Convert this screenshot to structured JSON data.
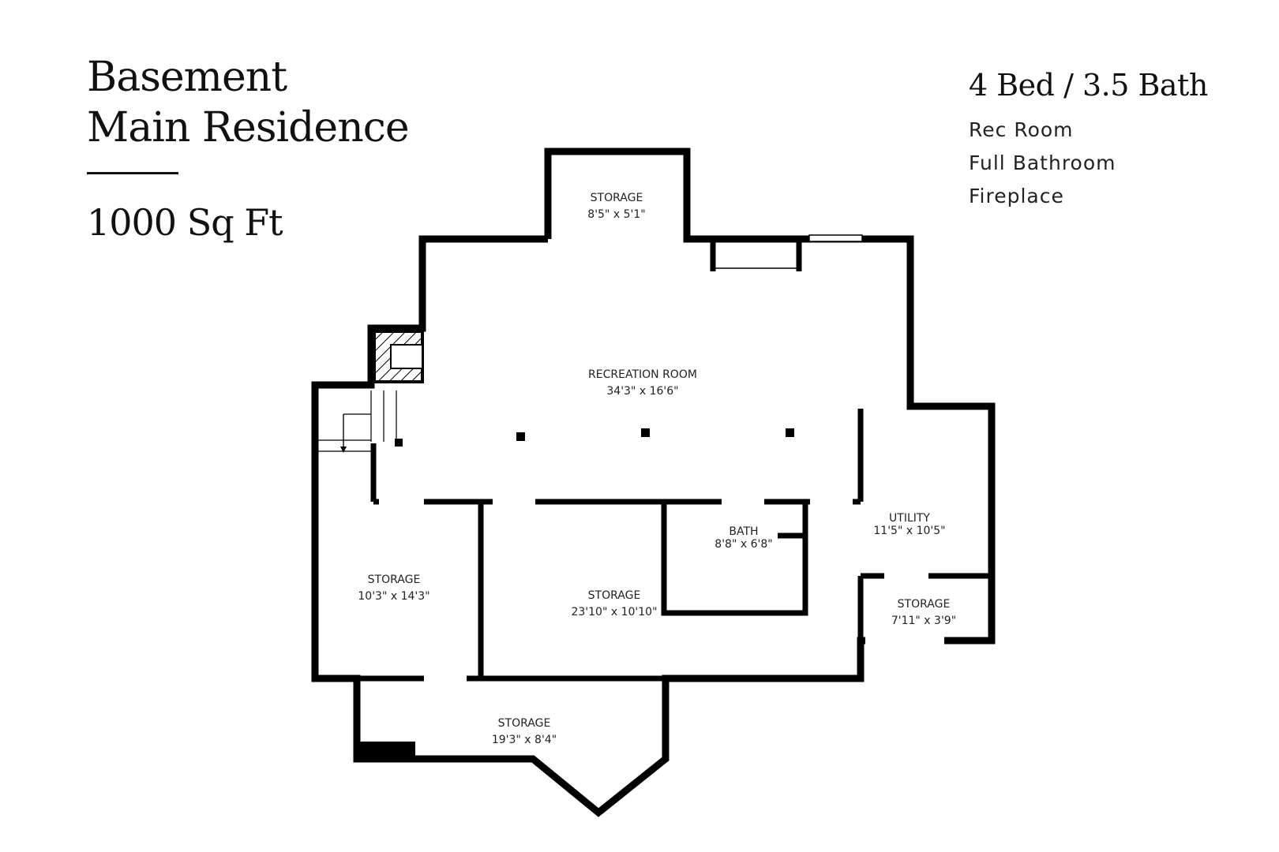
{
  "header": {
    "title_line1": "Basement",
    "title_line2": "Main Residence",
    "square_footage": "1000 Sq Ft"
  },
  "summary": {
    "beds_baths": "4 Bed / 3.5 Bath",
    "features": [
      "Rec Room",
      "Full Bathroom",
      "Fireplace"
    ]
  },
  "rooms": {
    "storage_top": {
      "name": "STORAGE",
      "size": "8'5\" x 5'1\""
    },
    "recreation": {
      "name": "RECREATION ROOM",
      "size": "34'3\" x 16'6\""
    },
    "bath": {
      "name": "BATH",
      "size": "8'8\" x 6'8\""
    },
    "utility": {
      "name": "UTILITY",
      "size": "11'5\" x 10'5\""
    },
    "storage_left": {
      "name": "STORAGE",
      "size": "10'3\" x 14'3\""
    },
    "storage_center": {
      "name": "STORAGE",
      "size": "23'10\" x 10'10\""
    },
    "storage_small": {
      "name": "STORAGE",
      "size": "7'11\" x 3'9\""
    },
    "storage_bottom": {
      "name": "STORAGE",
      "size": "19'3\" x 8'4\""
    }
  },
  "colors": {
    "wall": "#000000",
    "text": "#111111",
    "background": "#ffffff"
  }
}
